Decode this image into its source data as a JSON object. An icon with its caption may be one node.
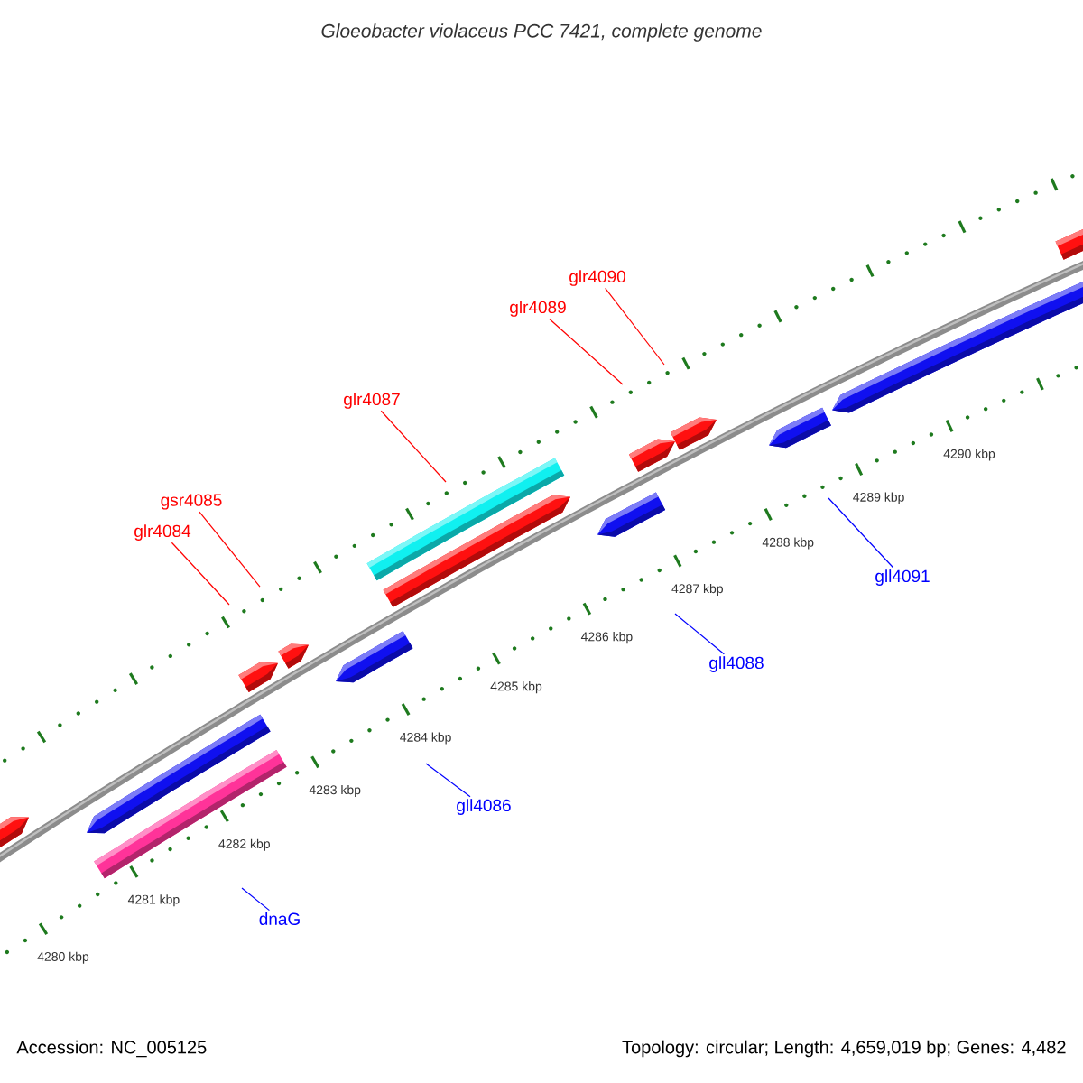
{
  "diagram": {
    "title": "Gloeobacter violaceus PCC 7421, complete genome",
    "nodes": [
      {
        "text": [
          "glr4084"
        ]
      },
      {
        "text": [
          "gsr4085"
        ]
      },
      {
        "text": [
          "glr4087"
        ]
      },
      {
        "text": [
          "glr4089"
        ]
      },
      {
        "text": [
          "glr4090"
        ]
      },
      {
        "text": [
          "dnaG"
        ]
      },
      {
        "text": [
          "gll4086"
        ]
      },
      {
        "text": [
          "gll4088"
        ]
      },
      {
        "text": [
          "gll4091"
        ]
      }
    ],
    "edges": [
      {
        "from": 0,
        "to": null,
        "arrow": "none",
        "color": "#ff0000"
      },
      {
        "from": 1,
        "to": null,
        "arrow": "none",
        "color": "#ff0000"
      },
      {
        "from": 2,
        "to": null,
        "arrow": "none",
        "color": "#ff0000"
      },
      {
        "from": 3,
        "to": null,
        "arrow": "none",
        "color": "#ff0000"
      },
      {
        "from": 4,
        "to": null,
        "arrow": "none",
        "color": "#ff0000"
      },
      {
        "from": 5,
        "to": null,
        "arrow": "none",
        "color": "#0000ff"
      },
      {
        "from": 6,
        "to": null,
        "arrow": "none",
        "color": "#0000ff"
      },
      {
        "from": 7,
        "to": null,
        "arrow": "none",
        "color": "#0000ff"
      },
      {
        "from": 8,
        "to": null,
        "arrow": "none",
        "color": "#0000ff"
      }
    ],
    "labels": [
      "4280 kbp",
      "4281 kbp",
      "4282 kbp",
      "4283 kbp",
      "4284 kbp",
      "4285 kbp",
      "4286 kbp",
      "4287 kbp",
      "4288 kbp",
      "4289 kbp",
      "4290 kbp",
      "Accession: NC_005125",
      "Topology: circular; Length: 4,659,019 bp; Genes: 4,482"
    ]
  }
}
